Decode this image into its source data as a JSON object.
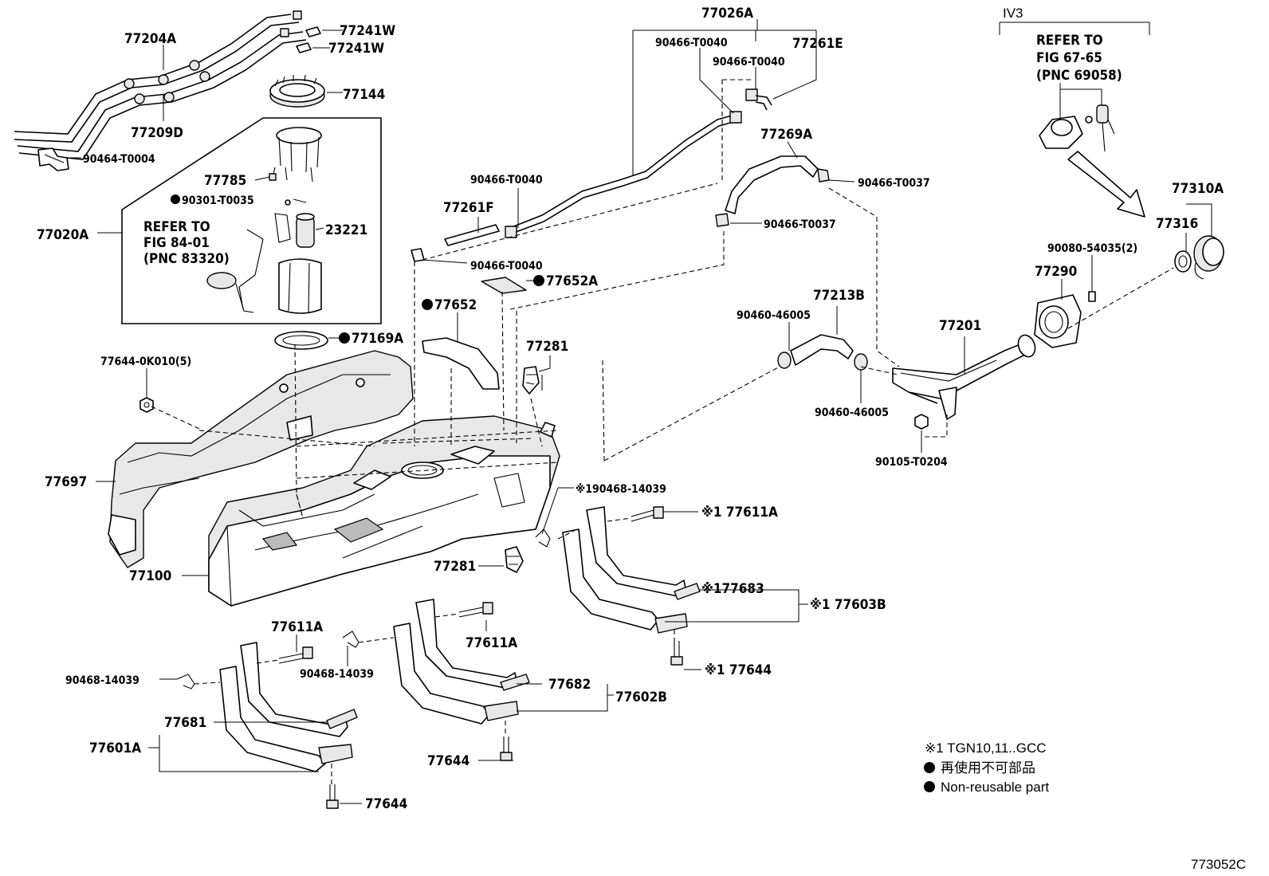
{
  "labels": {
    "l77204A": "77204A",
    "l77241W_a": "77241W",
    "l77241W_b": "77241W",
    "l77144": "77144",
    "l77209D": "77209D",
    "l90464": "90464-T0004",
    "l77785": "77785",
    "l90301": "90301-T0035",
    "l77020A": "77020A",
    "l23221": "23221",
    "l77169A": "77169A",
    "l77644_0K": "77644-0K010(5)",
    "l77697": "77697",
    "l77100": "77100",
    "l77026A": "77026A",
    "l90466_a": "90466-T0040",
    "l90466_b": "90466-T0040",
    "l77261E": "77261E",
    "l77269A": "77269A",
    "l90466_c": "90466-T0040",
    "l77261F": "77261F",
    "l90466_d": "90466-T0040",
    "l90466_37a": "90466-T0037",
    "l90466_37b": "90466-T0037",
    "l77652A": "77652A",
    "l77652": "77652",
    "l77281a": "77281",
    "l77281b": "77281",
    "l77213B": "77213B",
    "l90460a": "90460-46005",
    "l90460b": "90460-46005",
    "l77201": "77201",
    "l90105": "90105-T0204",
    "l77290": "77290",
    "l90080": "90080-54035(2)",
    "l77310A": "77310A",
    "l77316": "77316",
    "l90468_1": "※190468-14039",
    "l77611A_1": "※1 77611A",
    "l77683": "※177683",
    "l77603B": "※1 77603B",
    "l77644_1": "※1 77644",
    "l77611A_2": "77611A",
    "l77611A_3": "77611A",
    "l90468_2": "90468-14039",
    "l90468_3": "90468-14039",
    "l77682": "77682",
    "l77602B": "77602B",
    "l77681": "77681",
    "l77601A": "77601A",
    "l77644_2": "77644",
    "l77644_3": "77644"
  },
  "refer": {
    "iv3": "IV3",
    "ref1_line1": "REFER TO",
    "ref1_line2": "FIG 84-01",
    "ref1_line3": "(PNC 83320)",
    "ref2_line1": "REFER TO",
    "ref2_line2": "FIG 67-65",
    "ref2_line3": "(PNC 69058)"
  },
  "legend": {
    "note1": "※1 TGN10,11..GCC",
    "note2": "再使用不可部品",
    "note3": "Non-reusable part"
  },
  "figure_id": "773052C"
}
